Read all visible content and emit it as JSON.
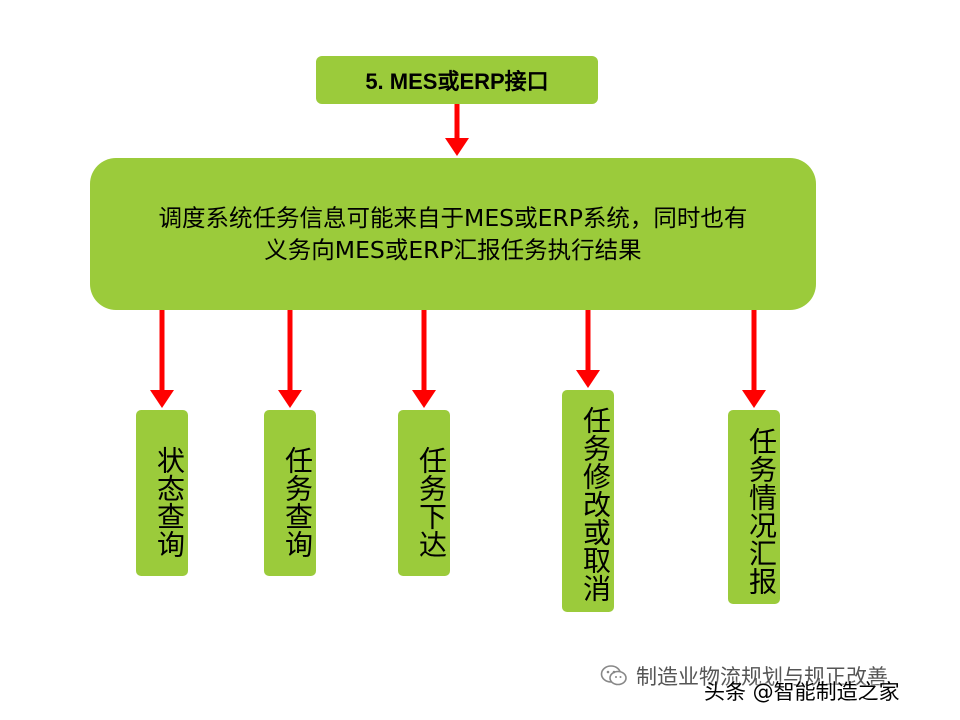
{
  "diagram": {
    "title": "5. MES或ERP接口",
    "description": "调度系统任务信息可能来自于MES或ERP系统，同时也有\n义务向MES或ERP汇报任务执行结果",
    "leaves": [
      "状态查询",
      "任务查询",
      "任务下达",
      "任务修改或取消",
      "任务情况汇报"
    ]
  },
  "colors": {
    "box_fill": "#9BCB3B",
    "arrow": "#FF0000"
  },
  "watermarks": {
    "line1": "制造业物流规划与规正改善",
    "line2": "头条 @智能制造之家",
    "icon": "wechat-icon"
  }
}
